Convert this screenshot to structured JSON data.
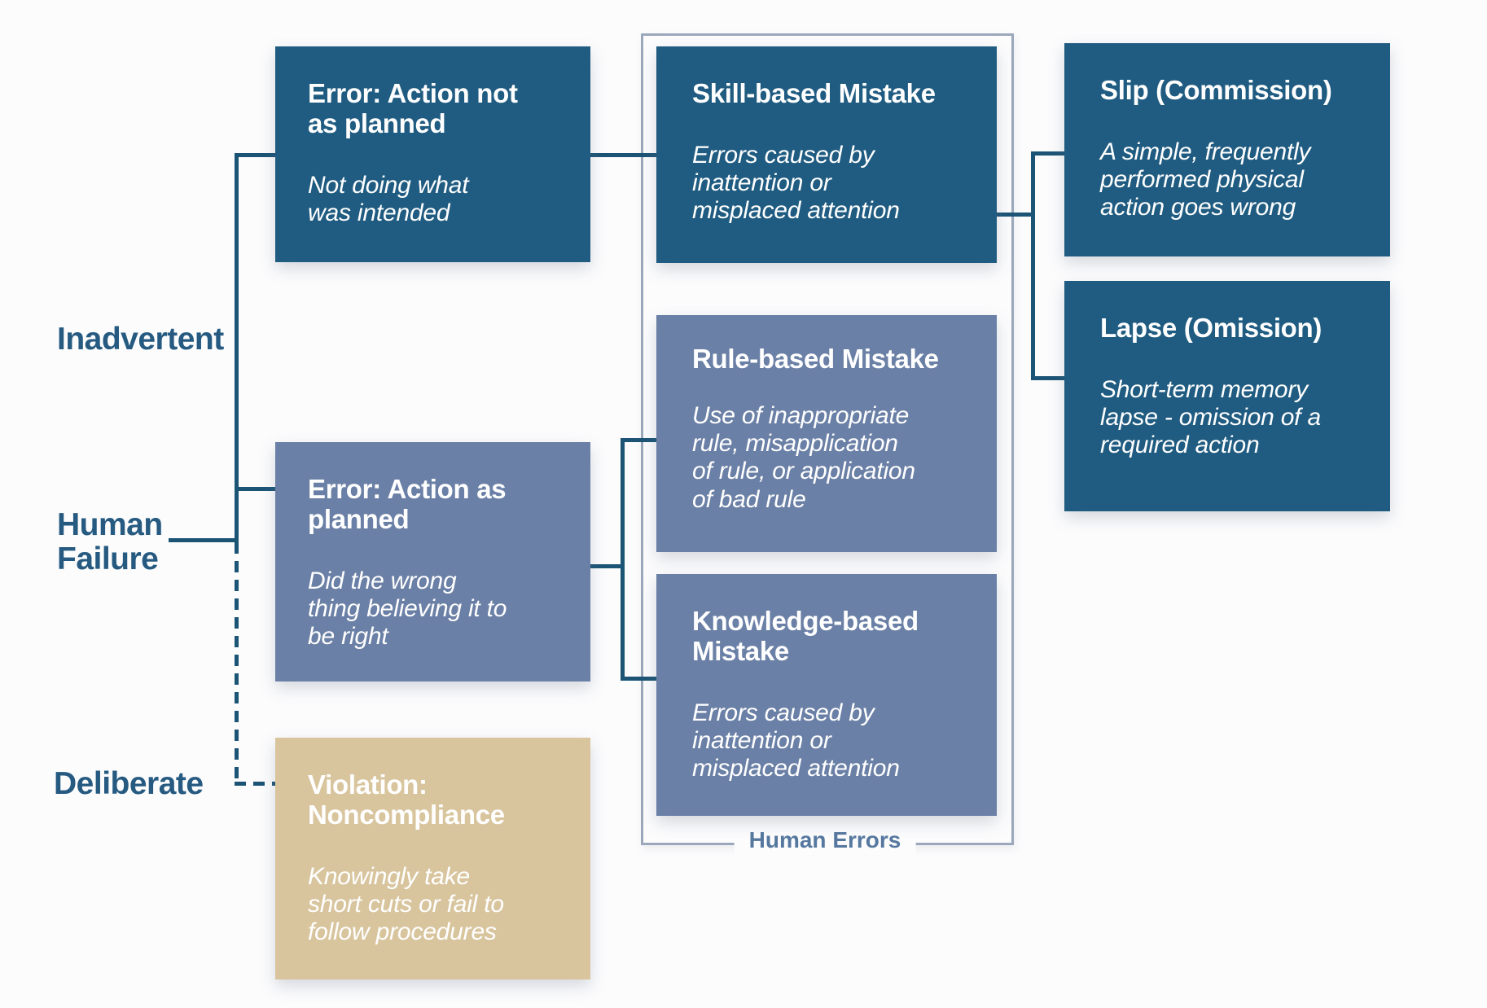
{
  "palette": {
    "page-bg": "#fcfcfd",
    "dark-box": "#205c81",
    "slate-box": "#6b80a6",
    "tan-box": "#d8c59e",
    "connector": "#1c5476",
    "container-border": "#9ba7bb",
    "label-text": "#265a81",
    "group-label-text": "#56789f",
    "box-text": "#ffffff"
  },
  "left_labels": {
    "inadvertent": "Inadvertent",
    "human_failure": "Human\nFailure",
    "deliberate": "Deliberate"
  },
  "group": {
    "label": "Human Errors"
  },
  "boxes": {
    "error_not_as_planned": {
      "title": "Error: Action not\nas planned",
      "body": "Not doing what\nwas intended"
    },
    "error_as_planned": {
      "title": "Error: Action as\nplanned",
      "body": "Did the wrong\nthing believing it to\nbe right"
    },
    "violation": {
      "title": "Violation:\nNoncompliance",
      "body": "Knowingly take\nshort cuts or fail to\nfollow procedures"
    },
    "skill": {
      "title": "Skill-based Mistake",
      "body": "Errors caused by\ninattention or\nmisplaced attention"
    },
    "rule": {
      "title": "Rule-based Mistake",
      "body": "Use of inappropriate\nrule, misapplication\nof rule, or application\nof bad rule"
    },
    "knowledge": {
      "title": "Knowledge-based\nMistake",
      "body": "Errors caused by\ninattention or\nmisplaced attention"
    },
    "slip": {
      "title": "Slip (Commission)",
      "body": "A simple, frequently\nperformed physical\naction goes wrong"
    },
    "lapse": {
      "title": "Lapse (Omission)",
      "body": "Short-term memory\nlapse - omission of a\nrequired action"
    }
  }
}
